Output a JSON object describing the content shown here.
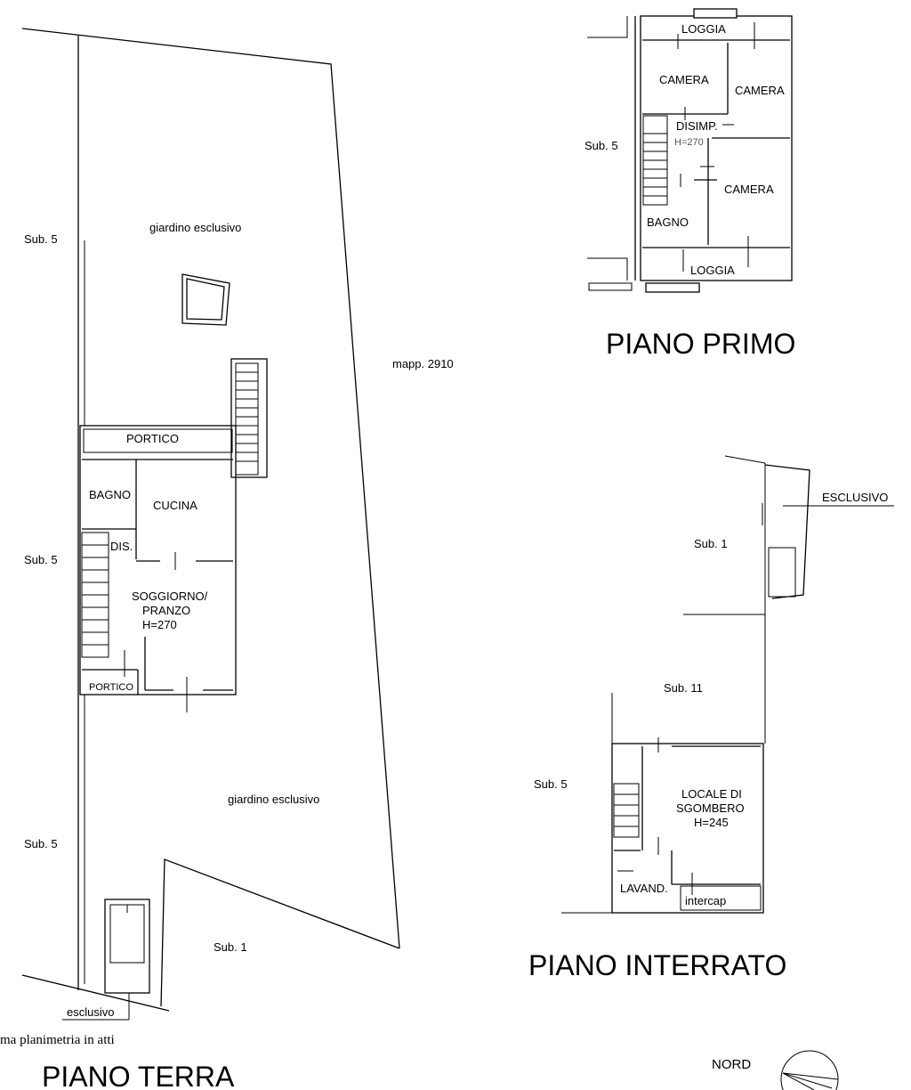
{
  "piano_terra": {
    "title": "PIANO TERRA",
    "footer_fragment": "ma planimetria in atti",
    "labels": {
      "giardino_top": "giardino esclusivo",
      "giardino_bottom": "giardino esclusivo",
      "sub5_a": "Sub. 5",
      "sub5_b": "Sub. 5",
      "sub5_c": "Sub. 5",
      "sub1": "Sub. 1",
      "mapp": "mapp. 2910",
      "portico_top": "PORTICO",
      "portico_bottom": "PORTICO",
      "bagno": "BAGNO",
      "cucina": "CUCINA",
      "dis": "DIS.",
      "soggiorno_1": "SOGGIORNO/",
      "soggiorno_2": "PRANZO",
      "soggiorno_h": "H=270",
      "esclusivo": "esclusivo"
    }
  },
  "piano_primo": {
    "title": "PIANO PRIMO",
    "labels": {
      "loggia_top": "LOGGIA",
      "loggia_bottom": "LOGGIA",
      "camera_1": "CAMERA",
      "camera_2": "CAMERA",
      "camera_3": "CAMERA",
      "disimp": "DISIMP.",
      "h": "H=270",
      "bagno": "BAGNO",
      "sub5": "Sub. 5"
    }
  },
  "piano_interrato": {
    "title": "PIANO INTERRATO",
    "labels": {
      "esclusivo": "ESCLUSIVO",
      "sub1": "Sub. 1",
      "sub11": "Sub. 11",
      "sub5": "Sub. 5",
      "locale_1": "LOCALE DI",
      "locale_2": "SGOMBERO",
      "locale_h": "H=245",
      "lavand": "LAVAND.",
      "intercap": "intercap"
    }
  },
  "north": {
    "label": "NORD"
  }
}
